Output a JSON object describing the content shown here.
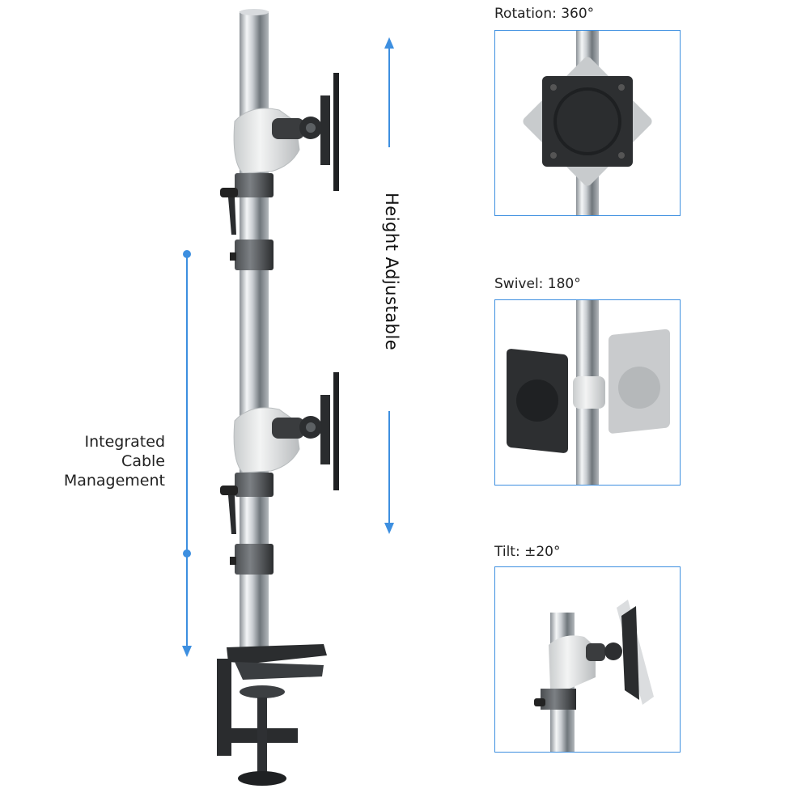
{
  "labels": {
    "height_adjustable": "Height Adjustable",
    "cable_management_line1": "Integrated",
    "cable_management_line2": "Cable",
    "cable_management_line3": "Management"
  },
  "features": [
    {
      "title": "Rotation: 360°"
    },
    {
      "title": "Swivel: 180°"
    },
    {
      "title": "Tilt: ±20°"
    }
  ],
  "colors": {
    "accent_blue": "#3d8fe0",
    "chrome_light": "#e9ecef",
    "chrome_dark": "#7d8489",
    "plastic_white": "#eceeee",
    "metal_black": "#2a2c2e"
  }
}
